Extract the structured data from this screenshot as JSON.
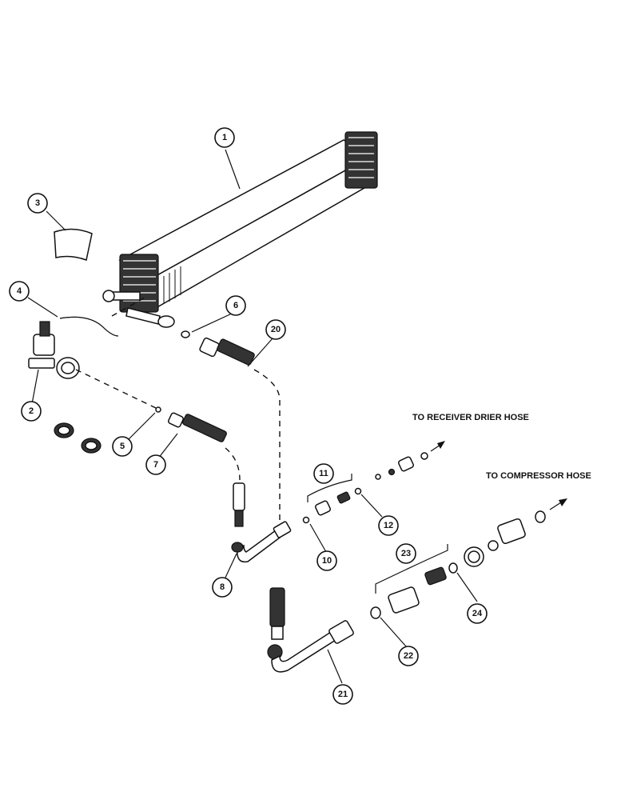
{
  "callouts": [
    "1",
    "3",
    "4",
    "6",
    "20",
    "2",
    "5",
    "7",
    "11",
    "12",
    "10",
    "8",
    "23",
    "24",
    "22",
    "21"
  ],
  "destinations": {
    "receiver_drier": "TO RECEIVER DRIER HOSE",
    "compressor": "TO COMPRESSOR HOSE"
  },
  "icons": {
    "flow_arrow": "arrow-right-icon"
  }
}
